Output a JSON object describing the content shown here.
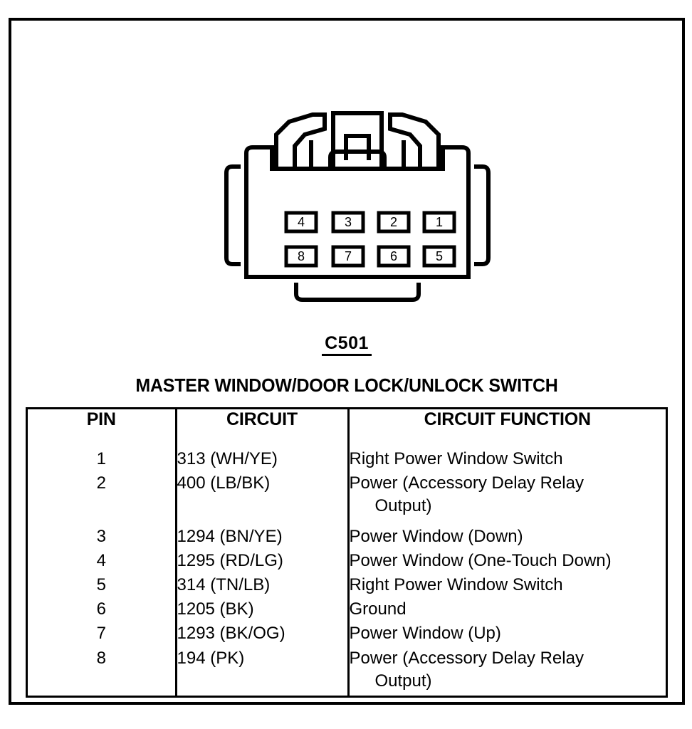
{
  "connector": {
    "id": "C501",
    "title": "MASTER WINDOW/DOOR LOCK/UNLOCK SWITCH",
    "cavities_top": [
      "4",
      "3",
      "2",
      "1"
    ],
    "cavities_bottom": [
      "8",
      "7",
      "6",
      "5"
    ]
  },
  "table": {
    "headers": {
      "pin": "PIN",
      "circuit": "CIRCUIT",
      "function": "CIRCUIT FUNCTION"
    },
    "rows": [
      {
        "pin": "1",
        "circuit": "313 (WH/YE)",
        "function": "Right Power Window Switch",
        "function_cont": ""
      },
      {
        "pin": "2",
        "circuit": "400 (LB/BK)",
        "function": "Power (Accessory Delay Relay",
        "function_cont": "Output)"
      },
      {
        "pin": "3",
        "circuit": "1294 (BN/YE)",
        "function": "Power Window (Down)",
        "function_cont": ""
      },
      {
        "pin": "4",
        "circuit": "1295 (RD/LG)",
        "function": "Power Window (One-Touch Down)",
        "function_cont": ""
      },
      {
        "pin": "5",
        "circuit": "314 (TN/LB)",
        "function": "Right Power Window Switch",
        "function_cont": ""
      },
      {
        "pin": "6",
        "circuit": "1205  (BK)",
        "function": "Ground",
        "function_cont": ""
      },
      {
        "pin": "7",
        "circuit": "1293 (BK/OG)",
        "function": "Power Window (Up)",
        "function_cont": ""
      },
      {
        "pin": "8",
        "circuit": "194 (PK)",
        "function": "Power (Accessory Delay Relay",
        "function_cont": "Output)"
      }
    ]
  },
  "colors": {
    "ink": "#000000",
    "paper": "#ffffff"
  }
}
